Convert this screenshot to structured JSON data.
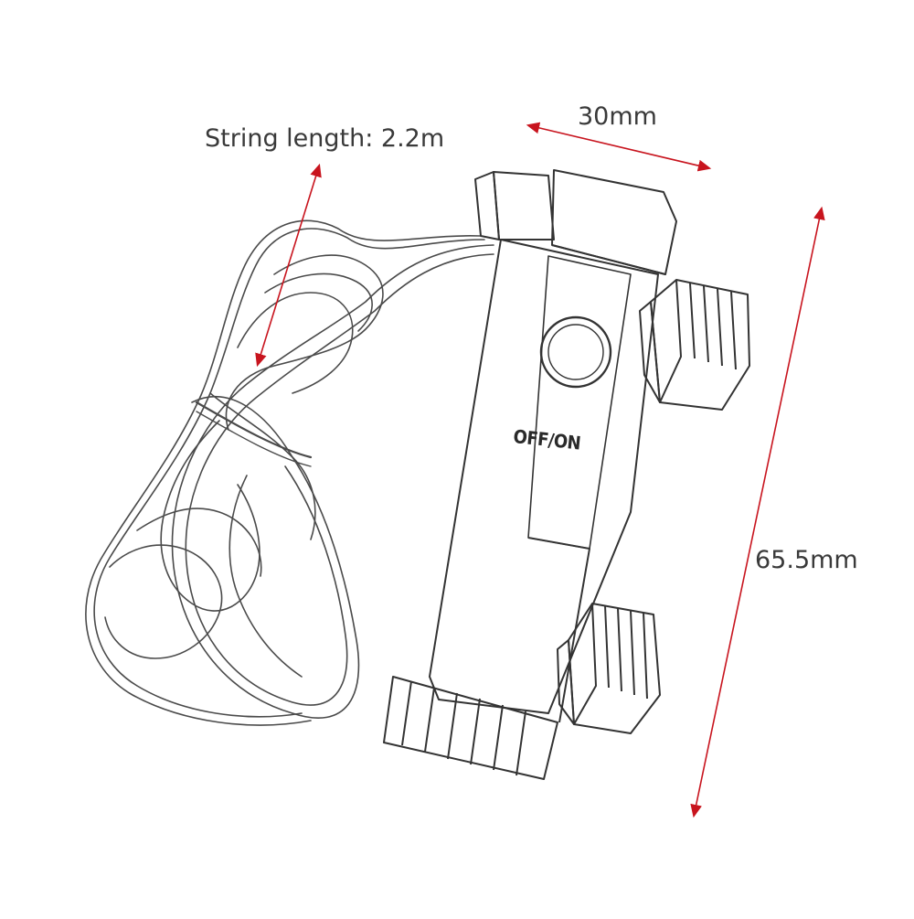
{
  "photo": {
    "subject": "battery box with string lights (sketch style)",
    "annotations": {
      "string_length": "String length: 2.2m",
      "width": "30mm",
      "height": "65.5mm"
    },
    "switch_label": "OFF/ON",
    "colors": {
      "line": "#3a3a3a",
      "dimension_arrow": "#c8141e",
      "background": "#ffffff"
    }
  }
}
